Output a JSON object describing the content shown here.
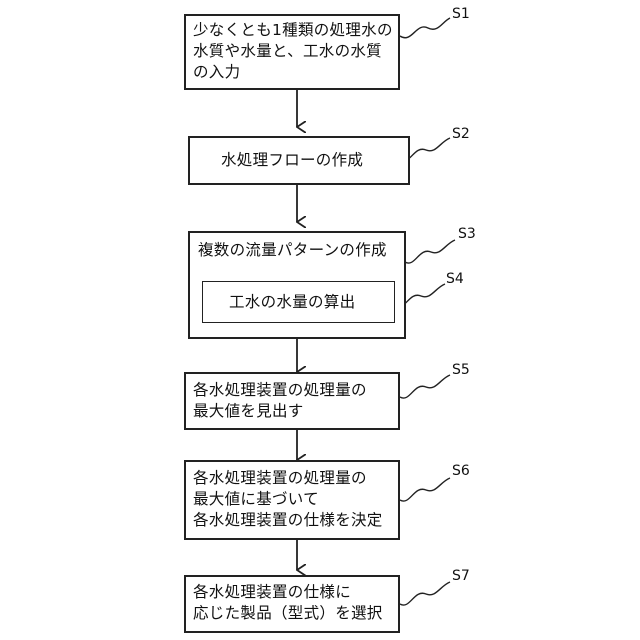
{
  "steps": [
    {
      "id": "S1",
      "text": "少なくとも1種類の処理水の\n水質や水量と、工水の水質\nの入力"
    },
    {
      "id": "S2",
      "text": "水処理フローの作成"
    },
    {
      "id": "S3",
      "text": "複数の流量パターンの作成"
    },
    {
      "id": "S4",
      "text": "工水の水量の算出"
    },
    {
      "id": "S5",
      "text": "各水処理装置の処理量の\n最大値を見出す"
    },
    {
      "id": "S6",
      "text": "各水処理装置の処理量の\n最大値に基づいて\n各水処理装置の仕様を決定"
    },
    {
      "id": "S7",
      "text": "各水処理装置の仕様に\n応じた製品（型式）を選択"
    }
  ]
}
